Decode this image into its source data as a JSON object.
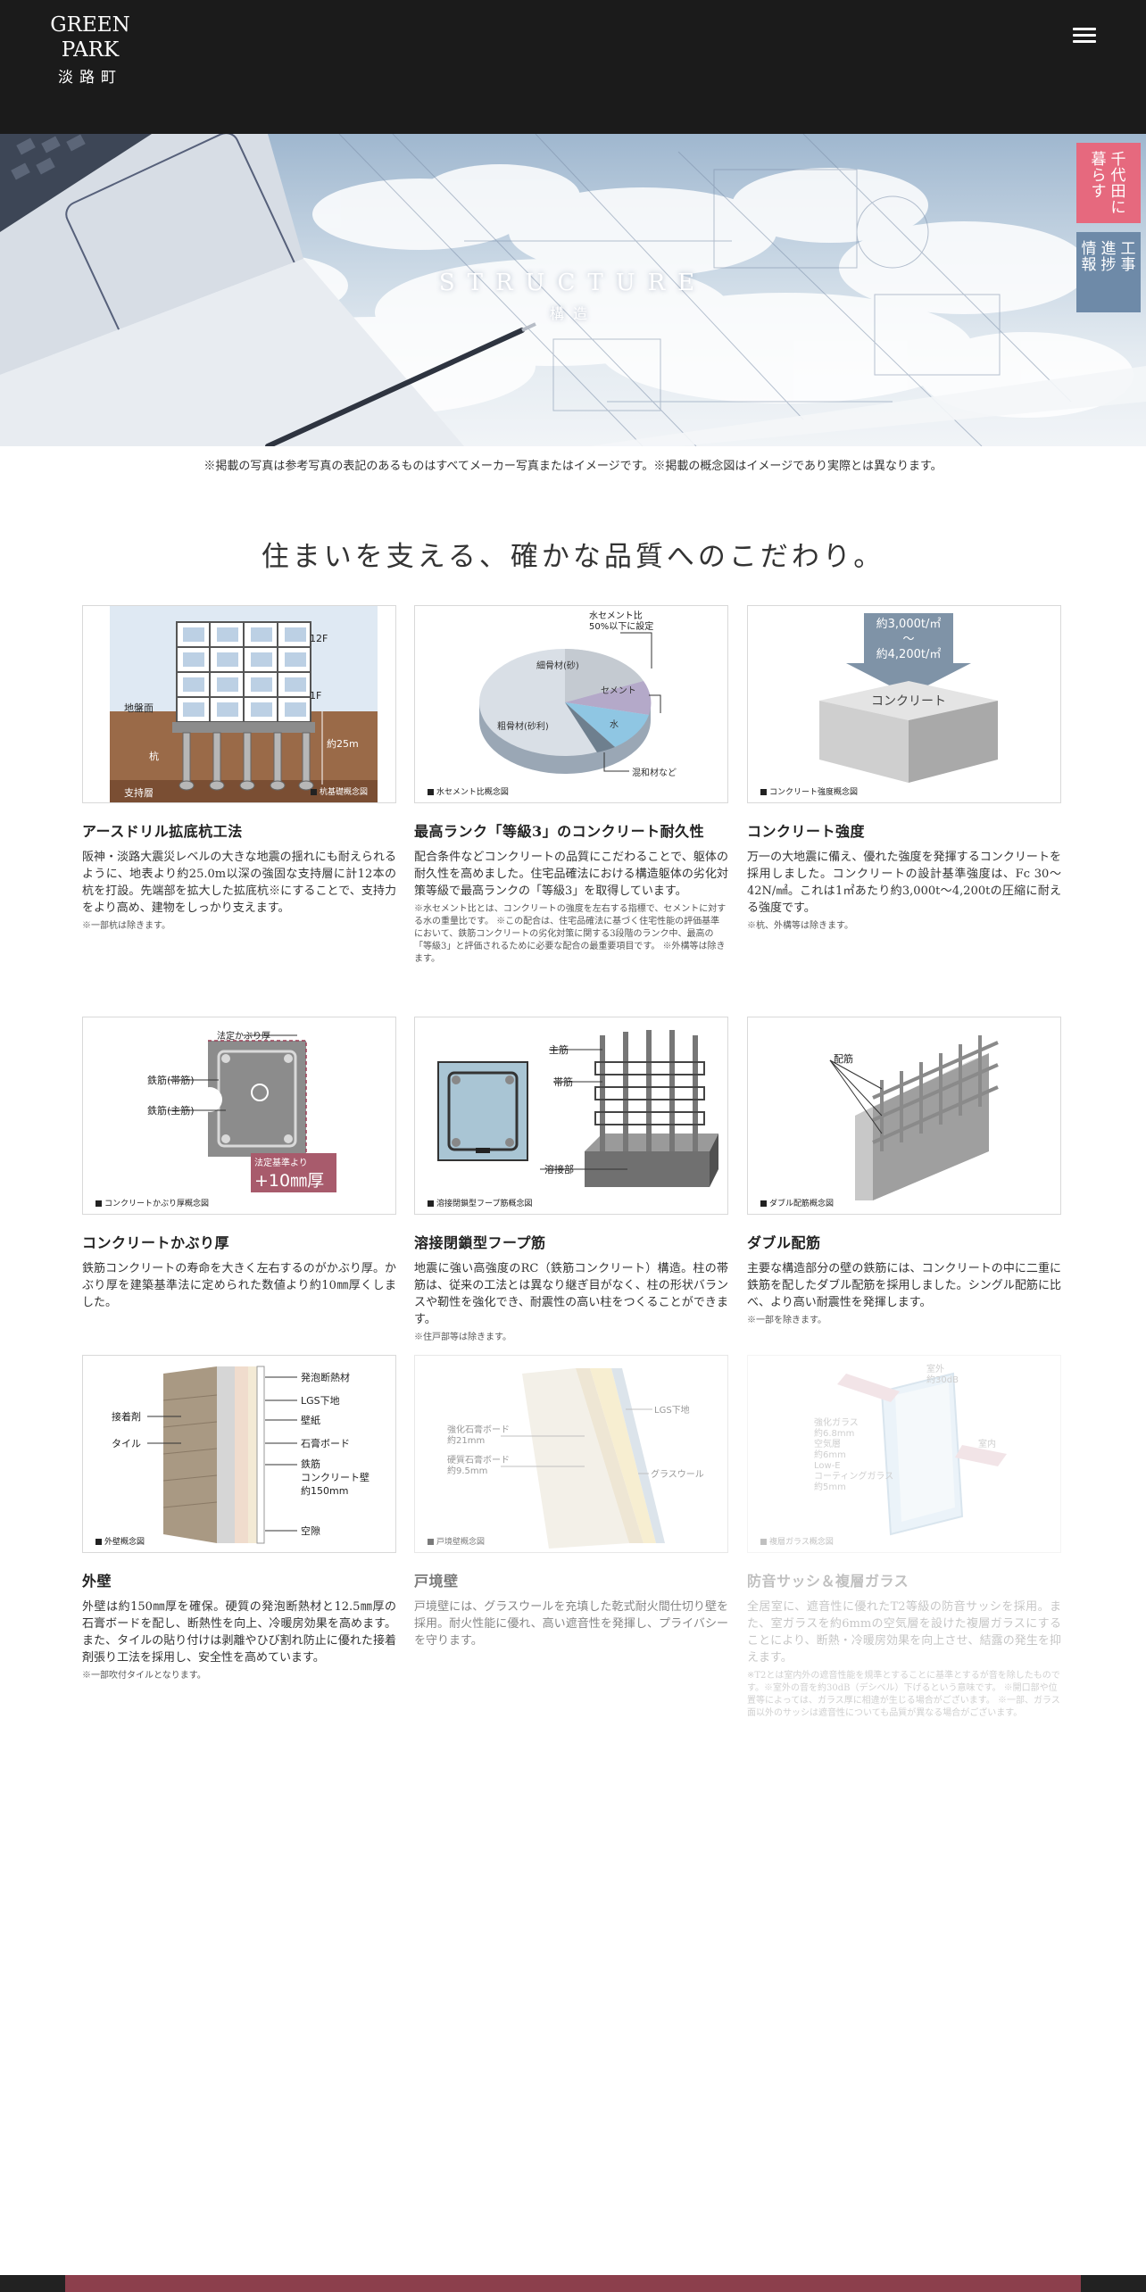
{
  "header": {
    "logo_main": "GREEN PARK",
    "logo_sub": "淡路町"
  },
  "hero": {
    "title": "STRUCTURE",
    "subtitle": "構造"
  },
  "side_tabs": [
    {
      "lines": [
        "千代田に",
        "暮らす"
      ],
      "color": "#e6697e"
    },
    {
      "lines": [
        "工事",
        "進捗",
        "情報"
      ],
      "color": "#6e8aa8"
    }
  ],
  "note": "※掲載の写真は参考写真の表記のあるものはすべてメーカー写真またはイメージです。※掲載の概念図はイメージであり実際とは異なります。",
  "section_heading": "住まいを支える、確かな品質へのこだわり。",
  "cards": [
    {
      "title": "アースドリル拡底杭工法",
      "desc": "阪神・淡路大震災レベルの大きな地震の揺れにも耐えられるように、地表より約25.0m以深の強固な支持層に計12本の杭を打設。先端部を拡大した拡底杭※にすることで、支持力をより高め、建物をしっかり支えます。",
      "fine": "※一部杭は除きます。",
      "caption": "杭基礎概念図",
      "labels": {
        "f12": "12F",
        "f1": "1F",
        "ground": "地盤面",
        "pile": "杭",
        "depth": "約25m",
        "layer": "支持層"
      }
    },
    {
      "title": "最高ランク「等級3」のコンクリート耐久性",
      "desc": "配合条件などコンクリートの品質にこだわることで、躯体の耐久性を高めました。住宅品確法における構造躯体の劣化対策等級で最高ランクの「等級3」を取得しています。",
      "fine": "※水セメント比とは、コンクリートの強度を左右する指標で、セメントに対する水の重量比です。 ※この配合は、住宅品確法に基づく住宅性能の評価基準において、鉄筋コンクリートの劣化対策に関する3段階のランク中、最高の「等級3」と評価されるために必要な配合の最重要項目です。 ※外構等は除きます。",
      "caption": "水セメント比概念図",
      "labels": {
        "top": "水セメント比",
        "top2": "50%以下に設定",
        "coarse": "粗骨材(砂利)",
        "fine_agg": "細骨材(砂)",
        "cement": "セメント",
        "water": "水",
        "admix": "混和材など"
      }
    },
    {
      "title": "コンクリート強度",
      "desc": "万一の大地震に備え、優れた強度を発揮するコンクリートを採用しました。コンクリートの設計基準強度は、Fc 30〜42N/㎟。これは1㎡あたり約3,000t〜4,200tの圧縮に耐える強度です。",
      "fine": "※杭、外構等は除きます。",
      "caption": "コンクリート強度概念図",
      "labels": {
        "v1": "約3,000t/㎡",
        "tilde": "〜",
        "v2": "約4,200t/㎡",
        "block": "コンクリート"
      }
    },
    {
      "title": "コンクリートかぶり厚",
      "desc": "鉄筋コンクリートの寿命を大きく左右するのがかぶり厚。かぶり厚を建築基準法に定められた数値より約10㎜厚くしました。",
      "fine": "",
      "caption": "コンクリートかぶり厚概念図",
      "labels": {
        "legal": "法定かぶり厚",
        "hoop": "鉄筋(帯筋)",
        "main": "鉄筋(主筋)",
        "badge1": "法定基準より",
        "badge2": "+10㎜厚"
      }
    },
    {
      "title": "溶接閉鎖型フープ筋",
      "desc": "地震に強い高強度のRC（鉄筋コンクリート）構造。柱の帯筋は、従来の工法とは異なり継ぎ目がなく、柱の形状バランスや靭性を強化でき、耐震性の高い柱をつくることができます。",
      "fine": "※住戸部等は除きます。",
      "caption": "溶接閉鎖型フープ筋概念図",
      "labels": {
        "main": "主筋",
        "hoop": "帯筋",
        "weld": "溶接部"
      }
    },
    {
      "title": "ダブル配筋",
      "desc": "主要な構造部分の壁の鉄筋には、コンクリートの中に二重に鉄筋を配したダブル配筋を採用しました。シングル配筋に比べ、より高い耐震性を発揮します。",
      "fine": "※一部を除きます。",
      "caption": "ダブル配筋概念図",
      "labels": {
        "rebar": "配筋"
      }
    },
    {
      "title": "外壁",
      "desc": "外壁は約150㎜厚を確保。硬質の発泡断熱材と12.5㎜厚の石膏ボードを配し、断熱性を向上、冷暖房効果を高めます。また、タイルの貼り付けは剥離やひび割れ防止に優れた接着剤張り工法を採用し、安全性を高めています。",
      "fine": "※一部吹付タイルとなります。",
      "caption": "外壁概念図",
      "labels": {
        "insul": "発泡断熱材",
        "lgs": "LGS下地",
        "paper": "壁紙",
        "board": "石膏ボード",
        "adhesive": "接着剤",
        "tile": "タイル",
        "rc1": "鉄筋",
        "rc2": "コンクリート壁",
        "rc3": "約150mm",
        "air": "空隙"
      }
    },
    {
      "title": "戸境壁",
      "desc": "戸境壁には、グラスウールを充填した乾式耐火間仕切り壁を採用。耐火性能に優れ、高い遮音性を発揮し、プライバシーを守ります。",
      "fine": "",
      "caption": "戸境壁概念図",
      "labels": {
        "lgs": "LGS下地",
        "board1": "強化石膏ボード",
        "board1t": "約21mm",
        "board2": "硬質石膏ボード",
        "board2t": "約9.5mm",
        "wool": "グラスウール"
      }
    },
    {
      "title": "防音サッシ＆複層ガラス",
      "desc": "全居室に、遮音性に優れたT2等級の防音サッシを採用。また、室ガラスを約6mmの空気層を設けた複層ガラスにすることにより、断熱・冷暖房効果を向上させ、結露の発生を抑えます。",
      "fine": "※T2とは室内外の遮音性能を規準とすることに基準とするが音を除したものです。※室外の音を約30dB（デシベル）下げるという意味です。 ※開口部や位置等によっては、ガラス厚に相違が生じる場合がございます。 ※一部、ガラス面以外のサッシは遮音性についても品質が異なる場合がございます。",
      "caption": "複層ガラス概念図",
      "labels": {
        "outdoor": "室外",
        "ext": "約30dB",
        "glass1": "強化ガラス",
        "glass1t": "約6.8mm",
        "air": "空気層",
        "airt": "約6mm",
        "lowe": "Low-E",
        "lowe2": "コーティングガラス",
        "lowet": "約5mm",
        "indoor": "室内"
      }
    }
  ]
}
